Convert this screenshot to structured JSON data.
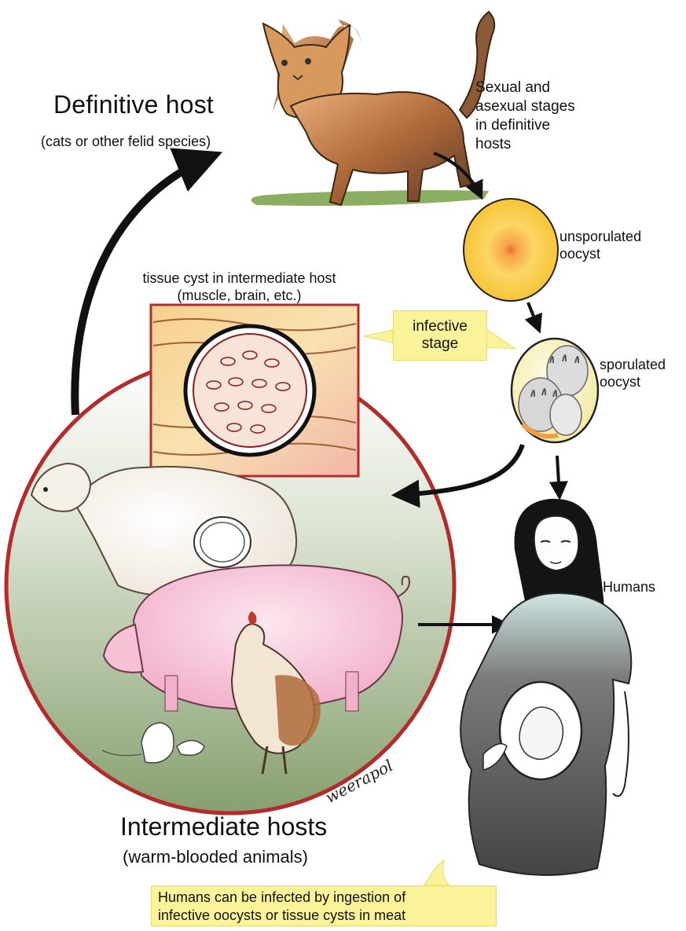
{
  "labels": {
    "definitive_host_title": "Definitive host",
    "definitive_host_subtitle": "(cats or other felid species)",
    "sexual_stages": [
      "Sexual and",
      "asexual stages",
      "in definitive",
      "hosts"
    ],
    "unsporulated": [
      "unsporulated",
      "oocyst"
    ],
    "sporulated": [
      "sporulated",
      "oocyst"
    ],
    "tissue_cyst": [
      "tissue cyst in intermediate host",
      "(muscle, brain, etc.)"
    ],
    "infective_stage": [
      "infective",
      "stage"
    ],
    "humans": "Humans",
    "intermediate_hosts_title": "Intermediate hosts",
    "intermediate_hosts_subtitle": "(warm-blooded animals)",
    "bottom_note": [
      "Humans can be infected by ingestion of",
      "infective oocysts or tissue cysts in meat"
    ],
    "signature": "weerapol"
  },
  "colors": {
    "circle_border": "#b52b2b",
    "circle_fill_top": "#ffffff",
    "circle_fill_bottom": "#7f9a6a",
    "callout_fill": "#fbf39a",
    "arrow": "#111111",
    "oocyst_yellow": "#f6c43a",
    "cyst_red": "#8a1e1e"
  },
  "icons": {
    "cat": "cat-illustration",
    "sheep": "sheep-illustration",
    "pig": "pig-illustration",
    "chicken": "chicken-illustration",
    "mouse": "mouse-illustration",
    "pregnant_woman": "pregnant-woman-illustration"
  }
}
